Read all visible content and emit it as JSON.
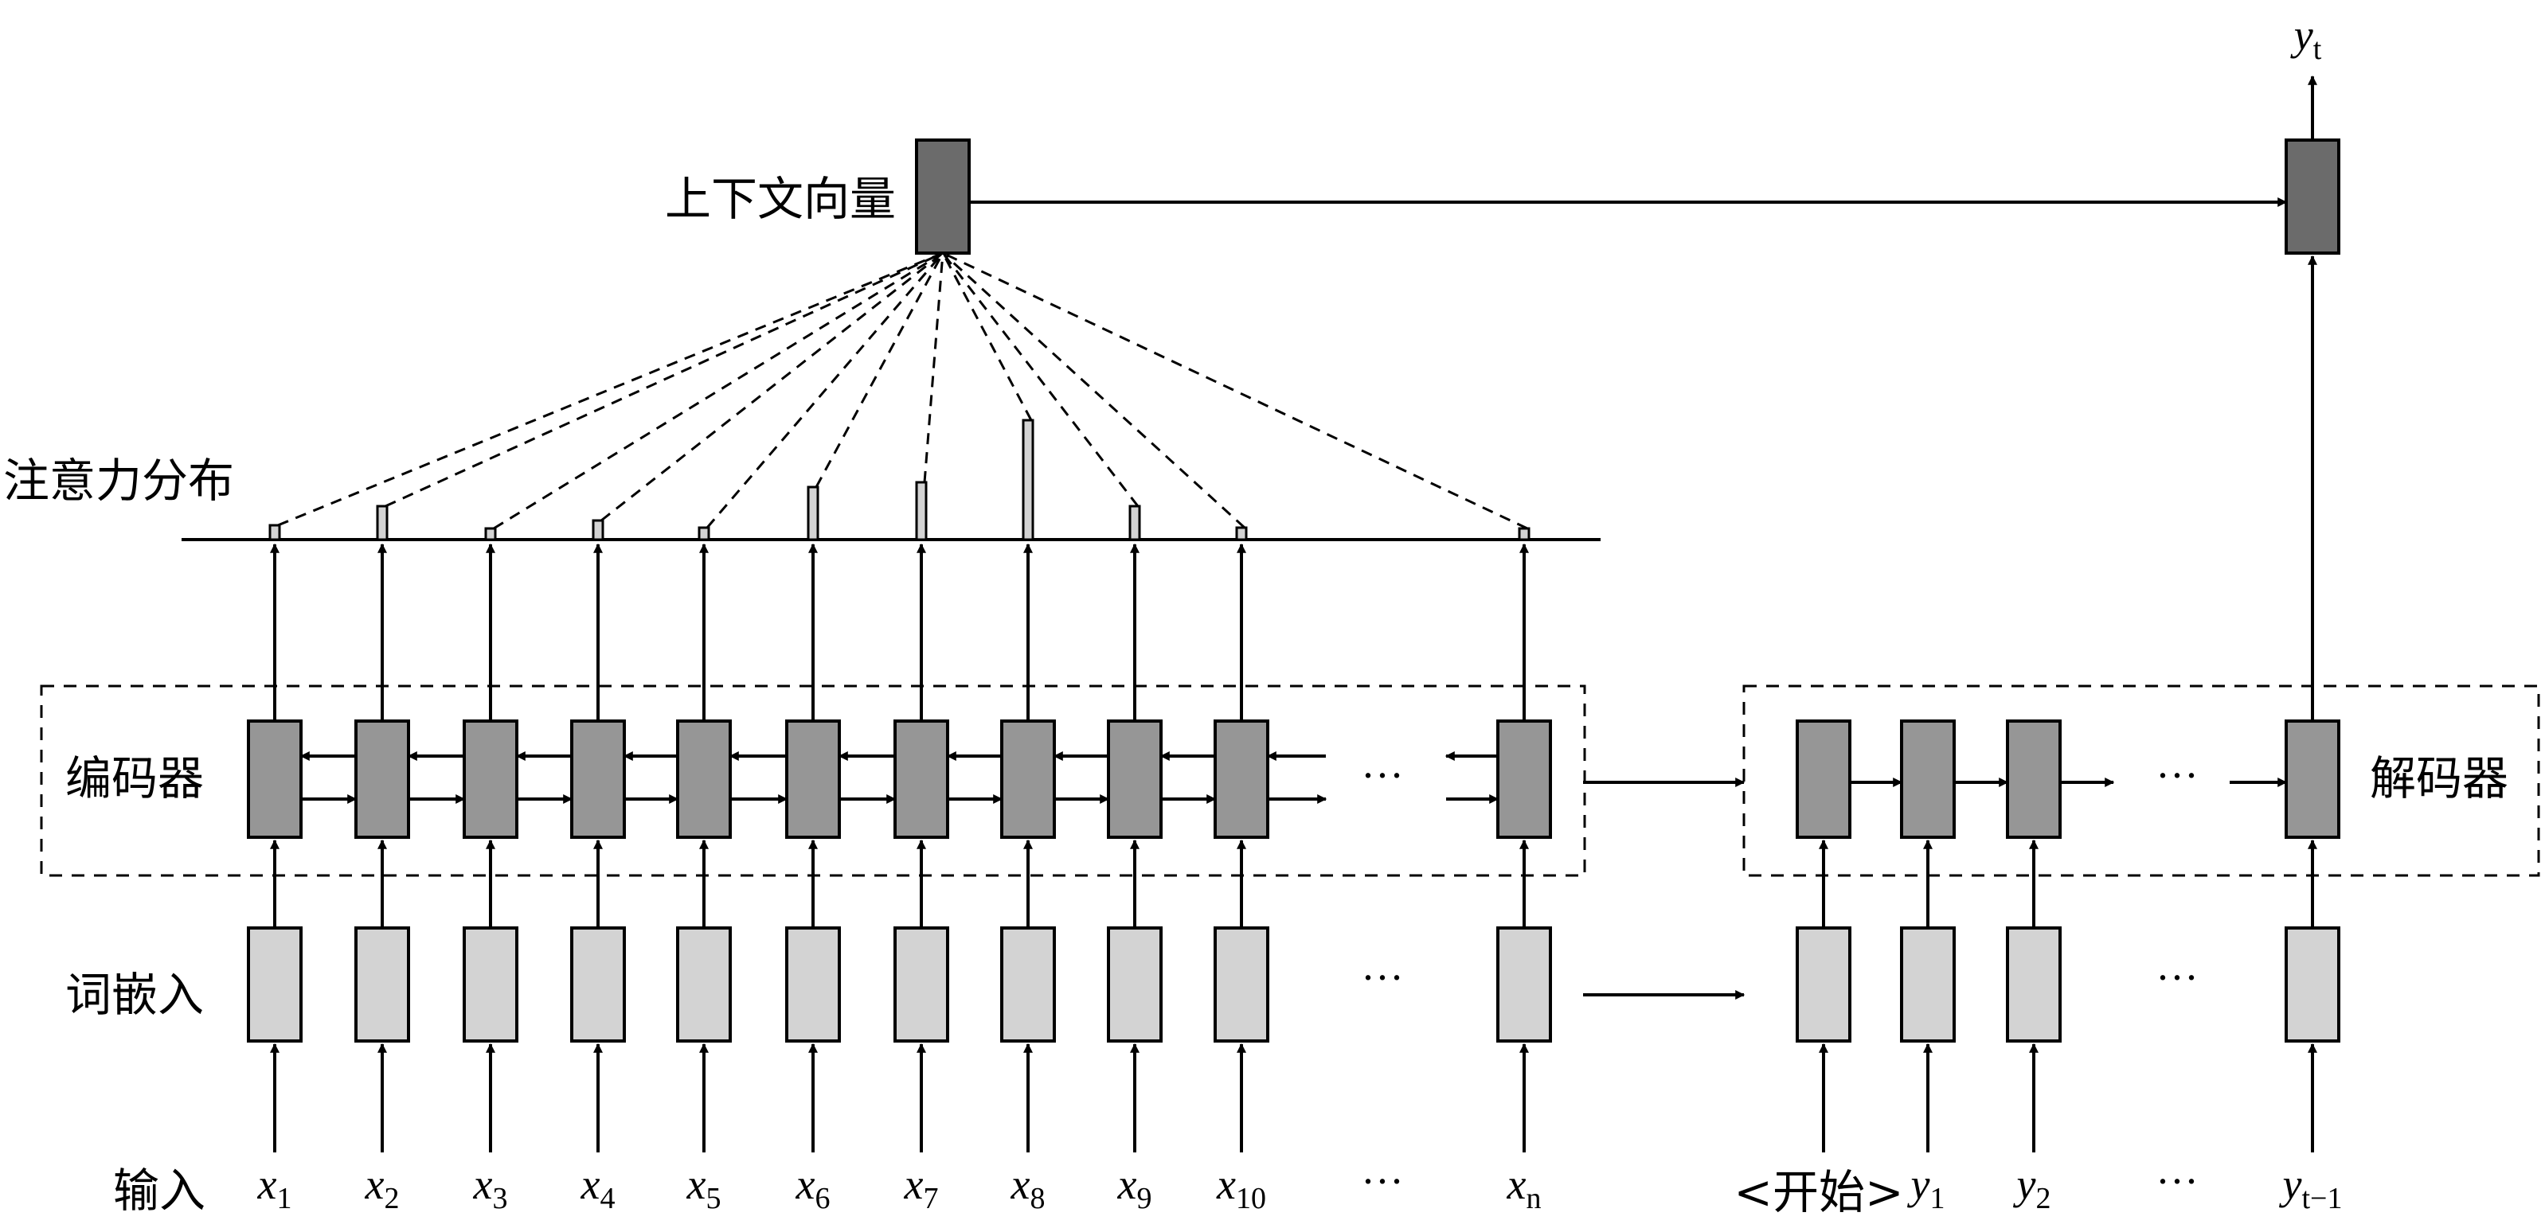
{
  "labels": {
    "context_vector": "上下文向量",
    "attention_distribution": "注意力分布",
    "encoder": "编码器",
    "decoder": "解码器",
    "word_embedding": "词嵌入",
    "input": "输入",
    "start_token": "<开始>",
    "ellipsis": "···"
  },
  "output": {
    "base": "y",
    "sub": "t"
  },
  "encoder_inputs": [
    {
      "base": "x",
      "sub": "1"
    },
    {
      "base": "x",
      "sub": "2"
    },
    {
      "base": "x",
      "sub": "3"
    },
    {
      "base": "x",
      "sub": "4"
    },
    {
      "base": "x",
      "sub": "5"
    },
    {
      "base": "x",
      "sub": "6"
    },
    {
      "base": "x",
      "sub": "7"
    },
    {
      "base": "x",
      "sub": "8"
    },
    {
      "base": "x",
      "sub": "9"
    },
    {
      "base": "x",
      "sub": "10"
    },
    {
      "base": "x",
      "sub": "n"
    }
  ],
  "decoder_inputs": [
    {
      "base": "y",
      "sub": "1"
    },
    {
      "base": "y",
      "sub": "2"
    },
    {
      "base": "y",
      "sub": "t−1"
    }
  ],
  "attention_weights": [
    0.12,
    0.28,
    0.06,
    0.16,
    0.1,
    0.44,
    0.48,
    1.0,
    0.28,
    0.1,
    0.08
  ],
  "colors": {
    "embedding": "#d3d3d3",
    "encoder_cell": "#969696",
    "context": "#6b6b6b",
    "stroke": "#000000"
  }
}
